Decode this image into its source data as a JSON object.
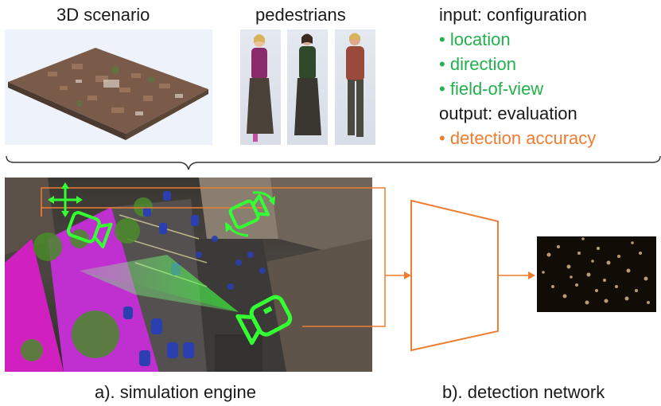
{
  "top": {
    "scenario_label": "3D scenario",
    "pedestrians_label": "pedestrians"
  },
  "info": {
    "input_heading": "input: configuration",
    "input_items": [
      "location",
      "direction",
      "field-of-view"
    ],
    "output_heading": "output: evaluation",
    "output_items": [
      "detection accuracy"
    ]
  },
  "captions": {
    "engine": "a). simulation engine",
    "network": "b). detection network"
  },
  "colors": {
    "config_green": "#22b14c",
    "accuracy_orange": "#ed7d31",
    "camera_green": "#33ff33",
    "annotation_magenta": "#ff33ff",
    "car_blue": "#2a3fb0"
  },
  "icons": [
    "move-arrows-icon",
    "camera-icon",
    "rotate-camera-icon",
    "fov-camera-icon"
  ]
}
